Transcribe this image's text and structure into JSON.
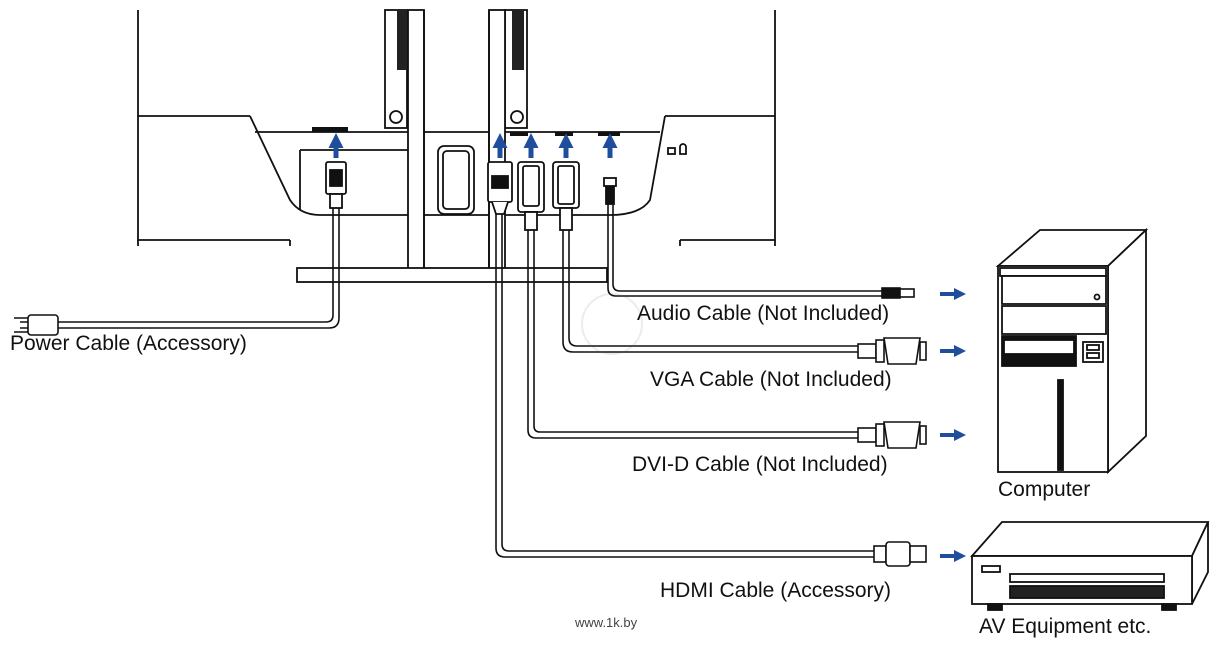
{
  "labels": {
    "power": "Power Cable (Accessory)",
    "audio": "Audio Cable (Not Included)",
    "vga": "VGA Cable (Not Included)",
    "dvi": "DVI-D Cable (Not Included)",
    "hdmi": "HDMI Cable (Accessory)",
    "computer": "Computer",
    "av": "AV Equipment etc.",
    "watermark": "www.1k.by"
  },
  "colors": {
    "arrow": "#1f4e9c",
    "line": "#111111",
    "dark_fill": "#333333",
    "text": "#111111"
  },
  "icons": {
    "direction": "arrow-icon",
    "computer": "tower-pc-icon",
    "av": "dvd-player-icon",
    "power_plug": "power-plug-icon"
  }
}
